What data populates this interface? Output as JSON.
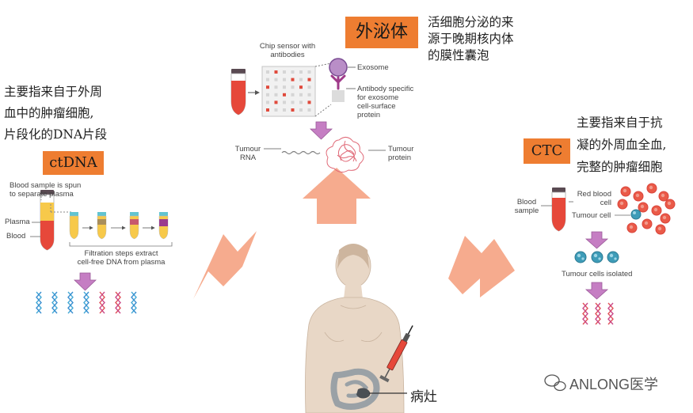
{
  "exosome": {
    "tag": "外泌体",
    "desc_lines": [
      "活细胞分泌的来",
      "源于晚期核内体",
      "的膜性囊泡"
    ],
    "chip_lines": [
      "Chip sensor with",
      "antibodies"
    ],
    "exosome_label": "Exosome",
    "antibody_lines": [
      "Antibody specific",
      "for exosome",
      "cell-surface",
      "protein"
    ],
    "rna_lines": [
      "Tumour",
      "RNA"
    ],
    "protein_lines": [
      "Tumour",
      "protein"
    ]
  },
  "ctdna": {
    "tag": "ctDNA",
    "desc_lines": [
      "主要指来自于外周",
      "血中的肿瘤细胞,",
      "片段化的DNA片段"
    ],
    "spin_lines": [
      "Blood sample is spun",
      "to separate plasma"
    ],
    "plasma_label": "Plasma",
    "blood_label": "Blood",
    "filtration_lines": [
      "Filtration steps extract",
      "cell-free DNA from plasma"
    ]
  },
  "ctc": {
    "tag": "CTC",
    "desc_lines": [
      "主要指来自于抗",
      "凝的外周血全血,",
      "完整的肿瘤细胞"
    ],
    "blood_sample_lines": [
      "Blood",
      "sample"
    ],
    "rbc_lines": [
      "Red blood",
      "cell"
    ],
    "tumour_cell_label": "Tumour cell",
    "isolated_label": "Tumour cells isolated"
  },
  "lesion_label": "病灶",
  "watermark": "ANLONG医学",
  "colors": {
    "tag_orange": "#ee7d31",
    "arrow_salmon": "#f6ab8e",
    "arrow_purple": "#c57ec3",
    "body_tone": "#e8d7c6",
    "tube_red": "#e6483a",
    "rbc_red": "#ea5a48",
    "tumour_cell_blue": "#3e9cb8"
  }
}
